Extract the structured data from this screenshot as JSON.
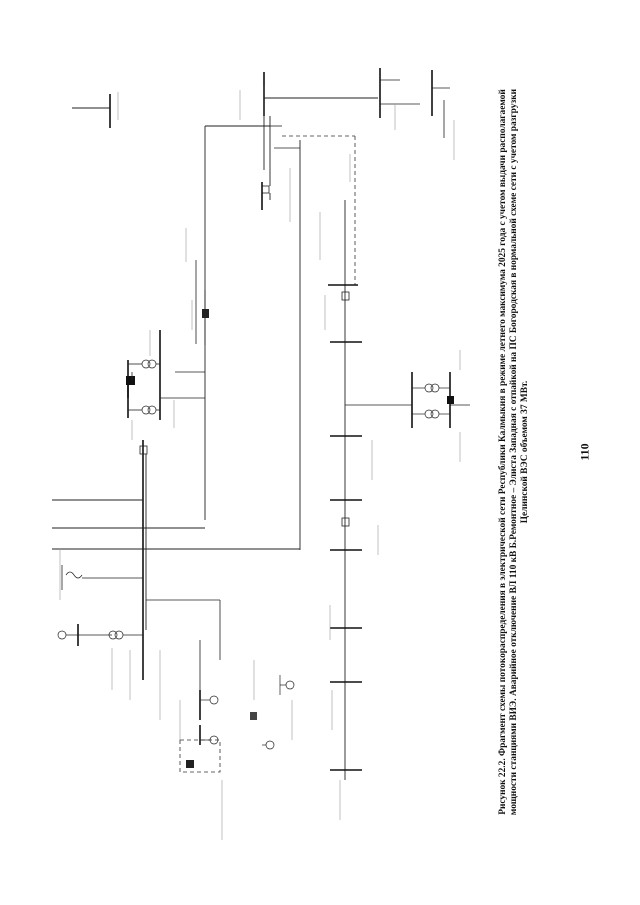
{
  "caption": {
    "label": "Рисунок 22.2.",
    "text": "Фрагмент схемы потокораспределения в электрической сети Республики Калмыкия в режиме летнего максимума 2025 года с учетом выдачи располагаемой мощности станциями ВИЭ. Аварийное отключение ВЛ 110 кВ Б.Ремонтное – Элиста Западная с отпайкой на ПС Богородская в нормальной схеме сети с учетом разгрузки Целинской ВЭС объемом 37 МВт."
  },
  "page_number": "110"
}
